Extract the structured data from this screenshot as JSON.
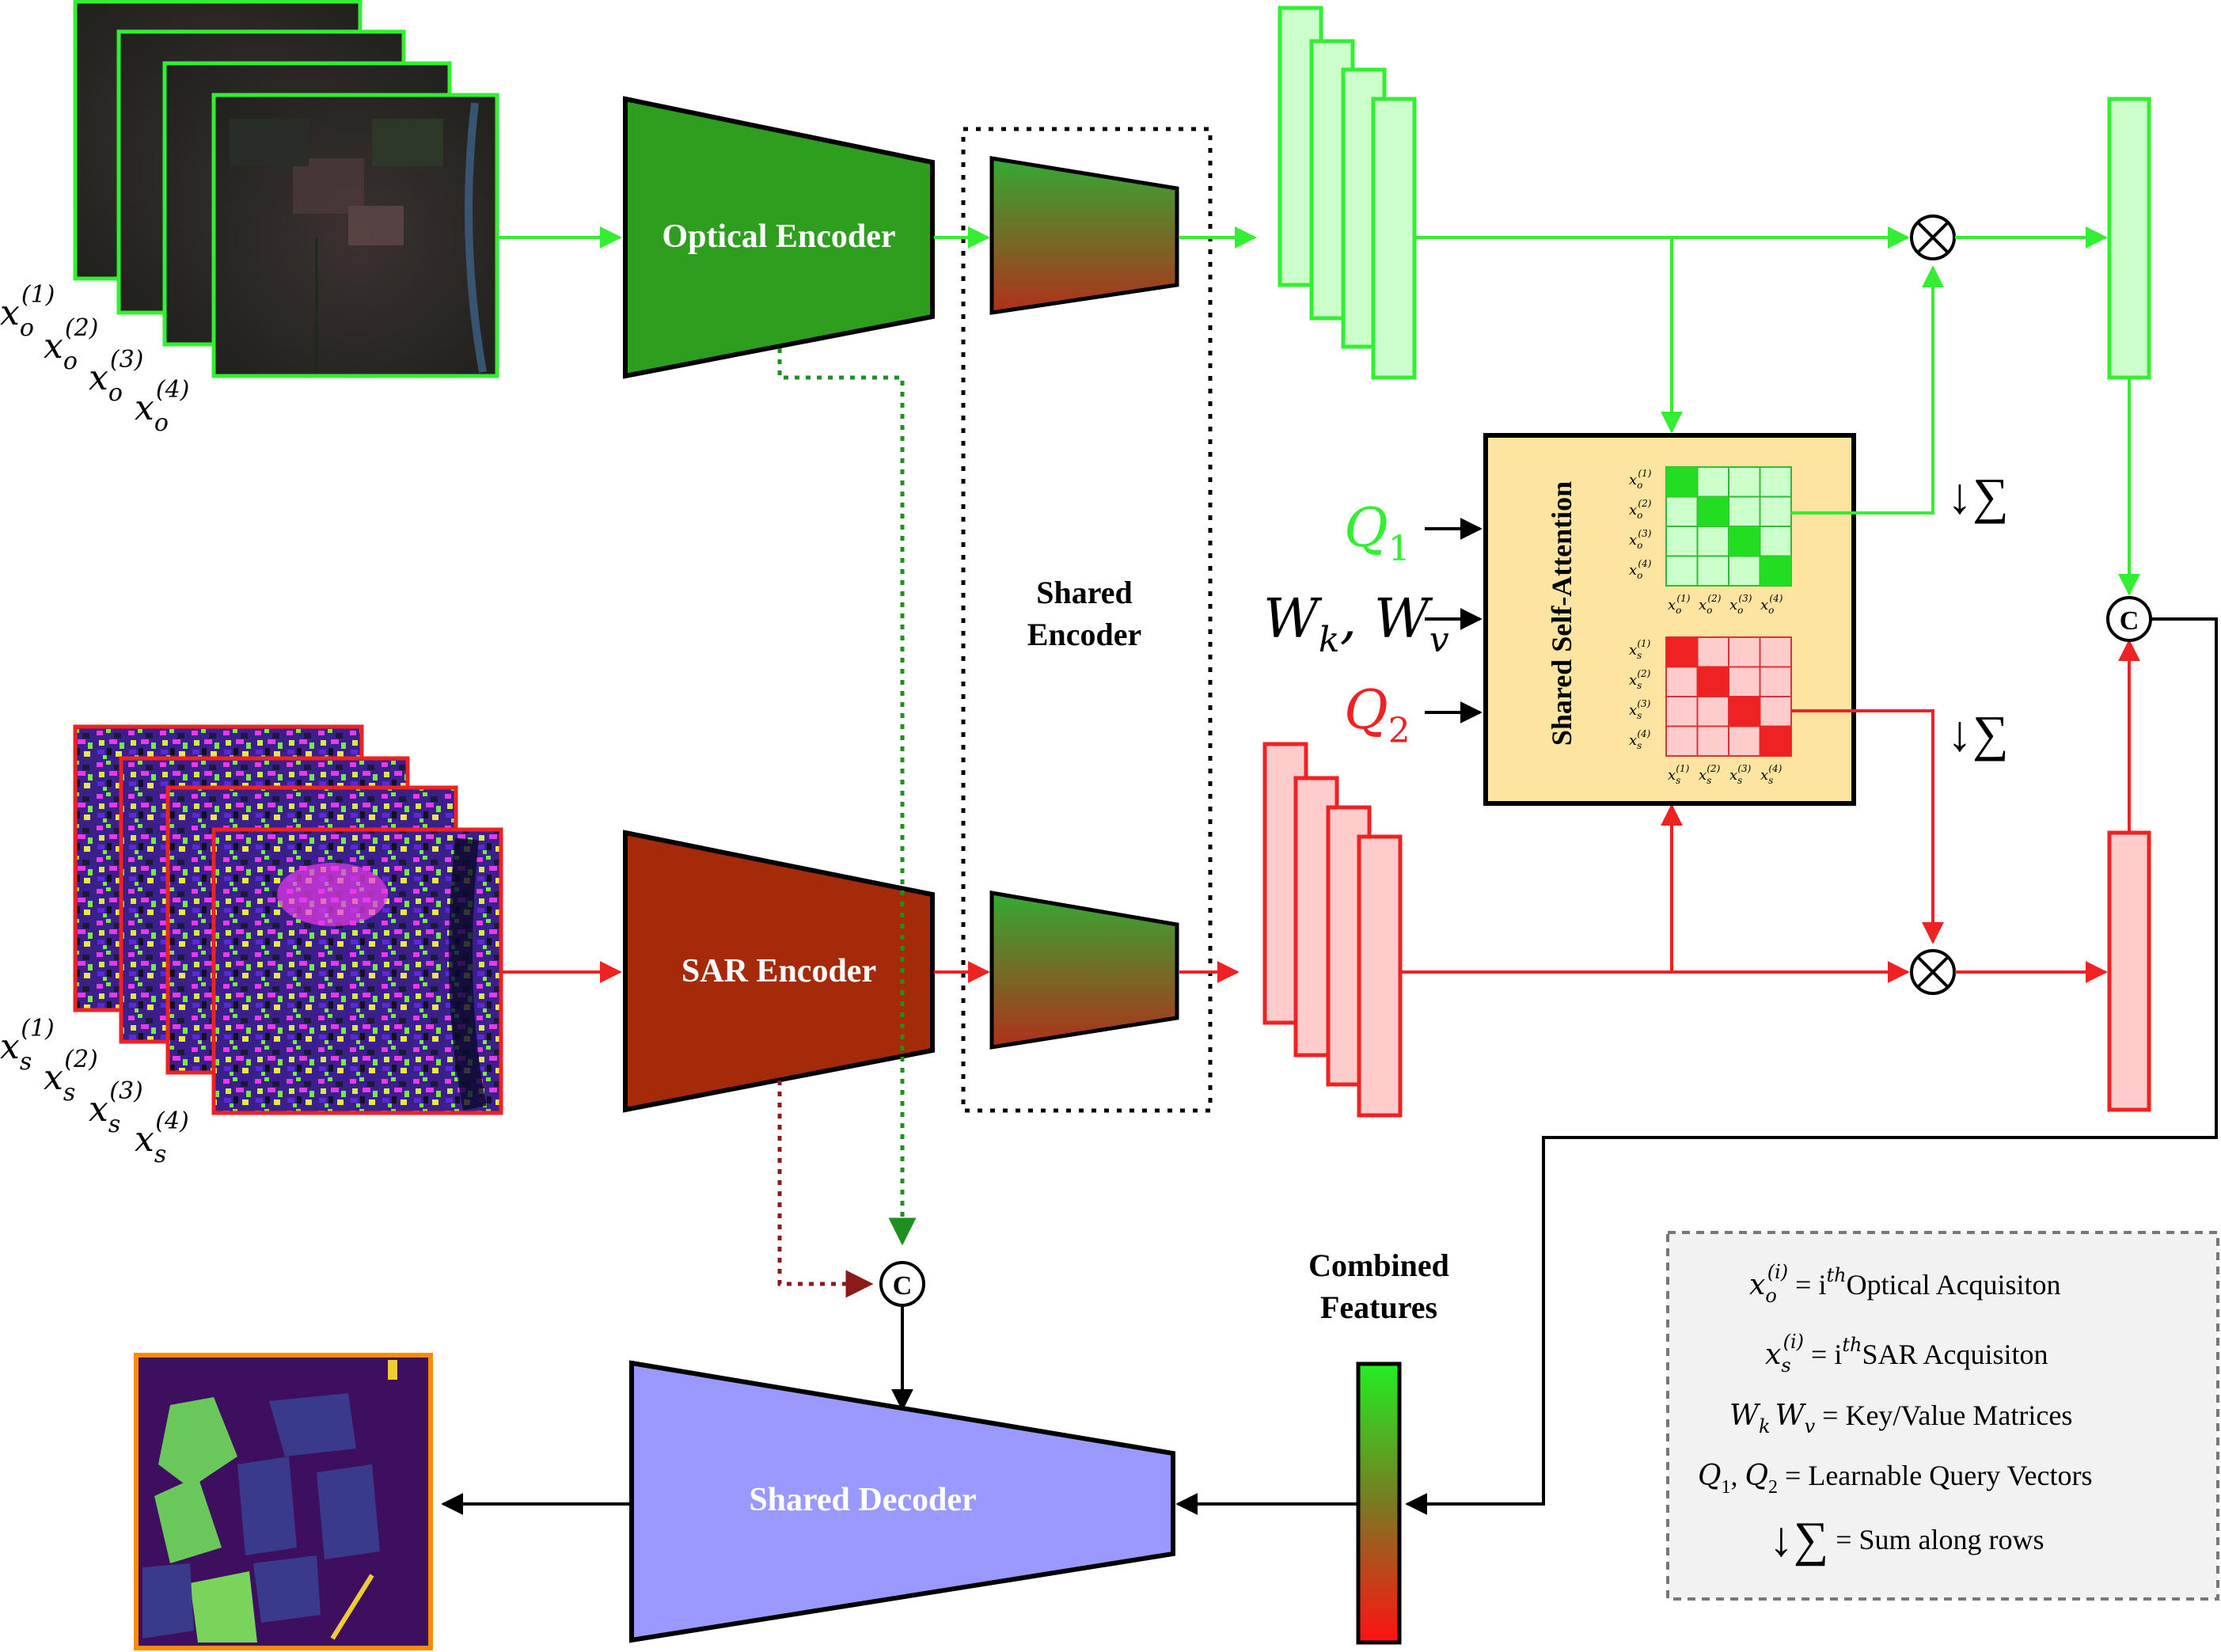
{
  "optical_encoder": {
    "label": "Optical Encoder",
    "color": "#2e9e1e"
  },
  "sar_encoder": {
    "label": "SAR Encoder",
    "color": "#a52a0a"
  },
  "shared_encoder": {
    "label_line1": "Shared",
    "label_line2": "Encoder"
  },
  "shared_decoder": {
    "label": "Shared Decoder",
    "color": "#9999ff"
  },
  "attention": {
    "title": "Shared Self-Attention",
    "bg_color": "#fde4a0",
    "optical_row_labels": [
      "x_o^(1)",
      "x_o^(2)",
      "x_o^(3)",
      "x_o^(4)"
    ],
    "sar_row_labels": [
      "x_s^(1)",
      "x_s^(2)",
      "x_s^(3)",
      "x_s^(4)"
    ]
  },
  "inputs": {
    "q1": "Q",
    "q1_sub": "1",
    "kv": "W",
    "k_sub": "k",
    "v_sub": "v",
    "q2": "Q",
    "q2_sub": "2"
  },
  "optical_stack_labels": [
    {
      "base": "x",
      "sub": "o",
      "sup": "(1)"
    },
    {
      "base": "x",
      "sub": "o",
      "sup": "(2)"
    },
    {
      "base": "x",
      "sub": "o",
      "sup": "(3)"
    },
    {
      "base": "x",
      "sub": "o",
      "sup": "(4)"
    }
  ],
  "sar_stack_labels": [
    {
      "base": "x",
      "sub": "s",
      "sup": "(1)"
    },
    {
      "base": "x",
      "sub": "s",
      "sup": "(2)"
    },
    {
      "base": "x",
      "sub": "s",
      "sup": "(3)"
    },
    {
      "base": "x",
      "sub": "s",
      "sup": "(4)"
    }
  ],
  "combined_features": {
    "line1": "Combined",
    "line2": "Features"
  },
  "sum_symbol": "↓∑",
  "concat_symbol": "C",
  "multiply_symbol": "⊗",
  "legend": {
    "items": [
      {
        "lhs": "x",
        "lhs_sub": "o",
        "lhs_sup": "(i)",
        "rhs_pre": " = i",
        "rhs_sup": "th",
        "text": "Optical Acquisiton"
      },
      {
        "lhs": "x",
        "lhs_sub": "s",
        "lhs_sup": "(i)",
        "rhs_pre": " = i",
        "rhs_sup": "th",
        "text": "SAR Acquisiton"
      },
      {
        "lhs": "W",
        "lhs_sub": "k",
        "lhs2": "W",
        "lhs2_sub": "v",
        "text": " = Key/Value Matrices"
      },
      {
        "lhs": "Q",
        "lhs_sub": "1",
        "lhs2": "Q",
        "lhs2_sub": "2",
        "text": " = Learnable Query Vectors"
      },
      {
        "symbol": "↓∑",
        "text": " = Sum along rows"
      }
    ]
  },
  "colors": {
    "optical": "#33ee33",
    "sar": "#ee2222",
    "optical_fill": "#ccffcc",
    "sar_fill": "#ffcccc",
    "dark_green": "#1f8f1f",
    "dark_red": "#8b1a1a",
    "segmentation_border": "#ff8c00"
  }
}
